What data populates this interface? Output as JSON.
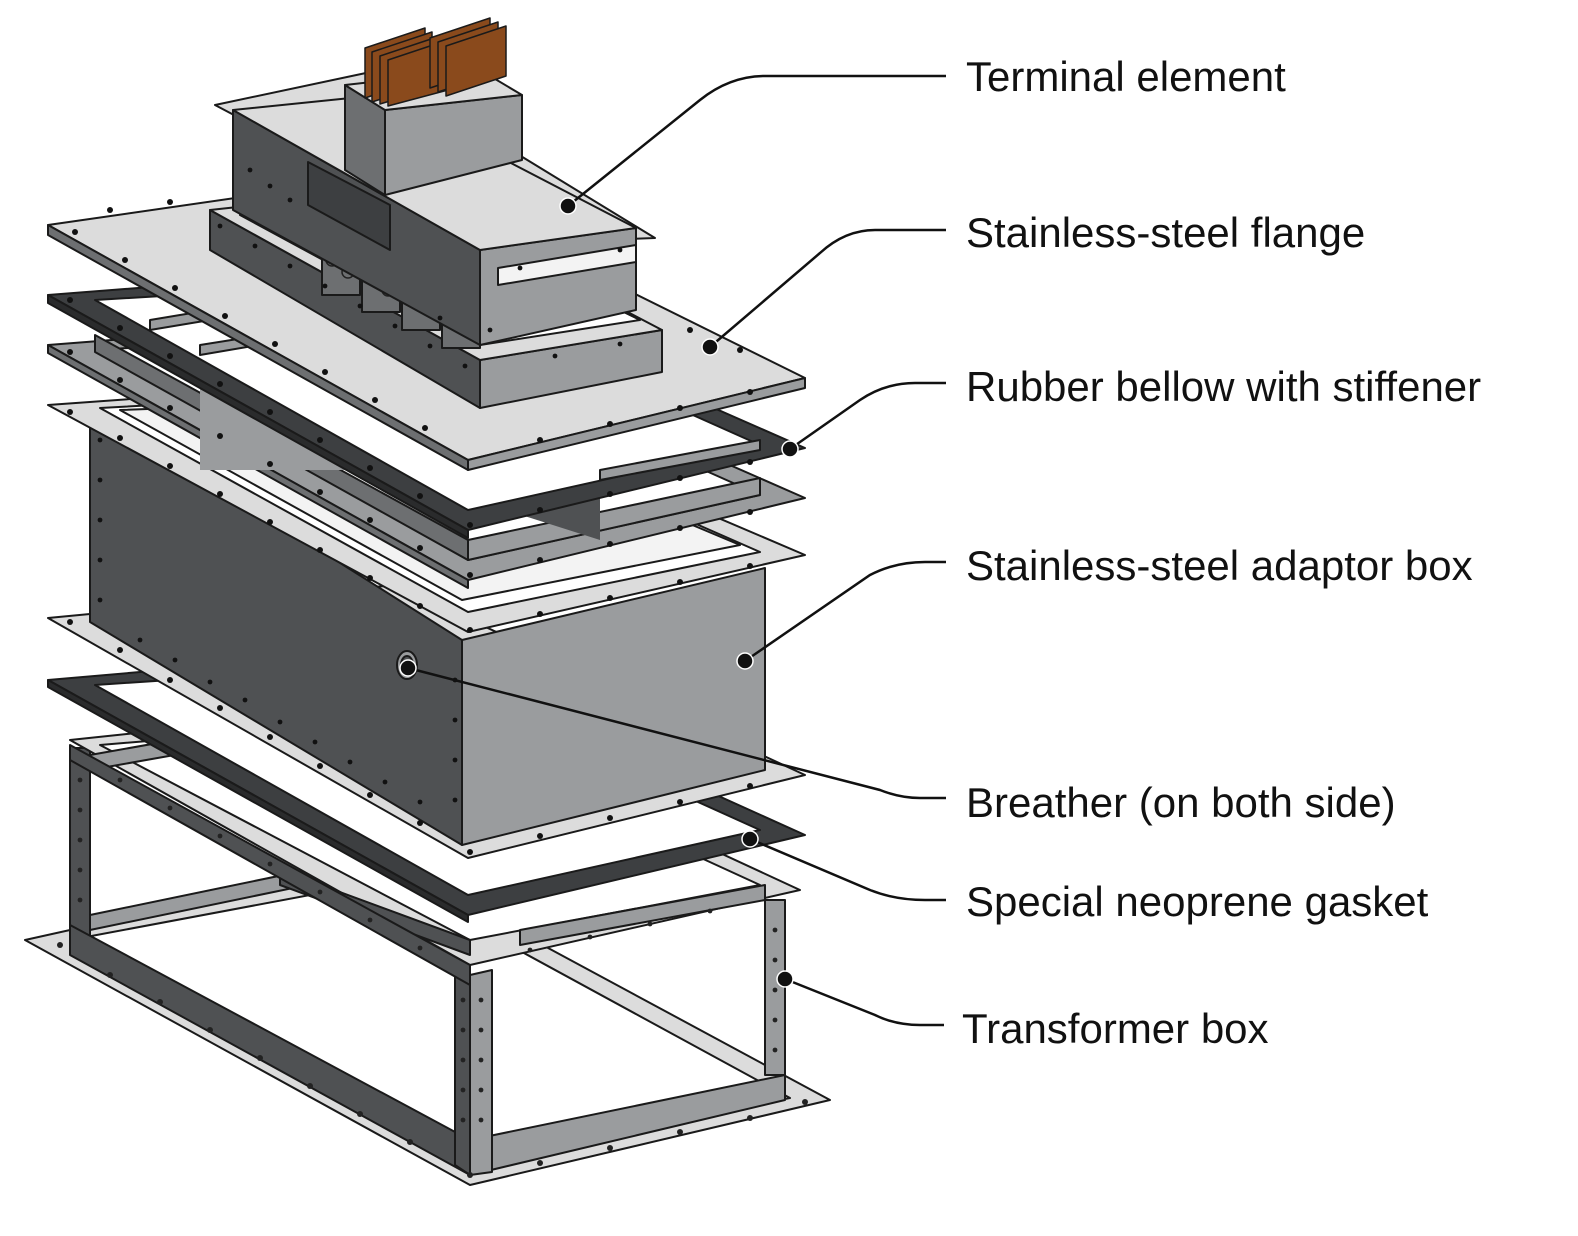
{
  "labels": {
    "terminal_element": "Terminal element",
    "stainless_flange": "Stainless-steel flange",
    "rubber_bellow": "Rubber bellow with stiffener",
    "adaptor_box": "Stainless-steel adaptor box",
    "breather": "Breather (on both side)",
    "neoprene_gasket": "Special neoprene gasket",
    "transformer_box": "Transformer box"
  },
  "colors": {
    "light_steel": "#dddddd",
    "mid_steel": "#9a9c9e",
    "dark_steel": "#4f5153",
    "rubber": "#3d3f41",
    "copper": "#8a4a1c",
    "outline": "#1a1a1a"
  }
}
